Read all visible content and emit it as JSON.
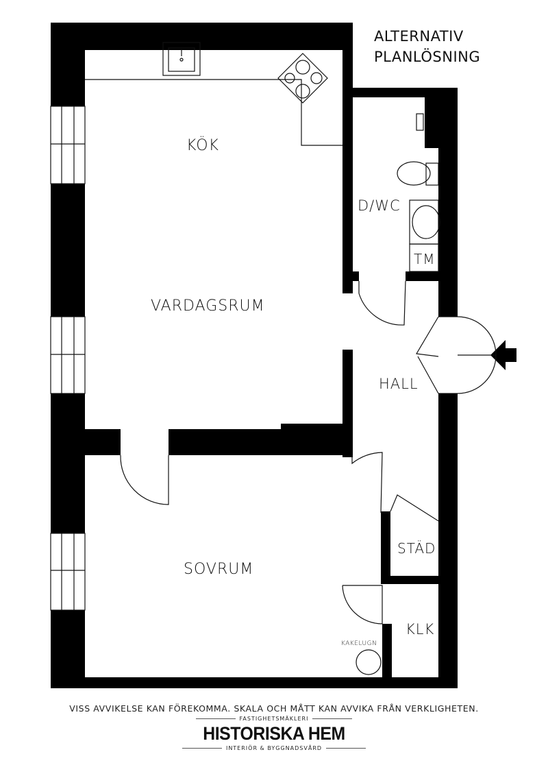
{
  "title": {
    "line1": "ALTERNATIV",
    "line2": "PLANLÖSNING"
  },
  "rooms": {
    "kok": "KÖK",
    "vardagsrum": "VARDAGSRUM",
    "dwc": "D/WC",
    "tm": "TM",
    "hall": "HALL",
    "sovrum": "SOVRUM",
    "stad": "STÄD",
    "klk": "KLK",
    "kakelugn": "KAKELUGN"
  },
  "footer": {
    "disclaimer": "VISS AVVIKELSE KAN FÖREKOMMA. SKALA OCH MÅTT KAN AVVIKA FRÅN VERKLIGHETEN.",
    "logo_top": "FASTIGHETSMÄKLERI",
    "logo_name": "HISTORISKA HEM",
    "logo_bottom": "INTERIÖR & BYGGNADSVÅRD"
  },
  "icons": [
    "entrance-arrow-icon",
    "sink-icon",
    "stove-icon",
    "toilet-icon",
    "washbasin-icon",
    "tiled-stove-icon"
  ]
}
